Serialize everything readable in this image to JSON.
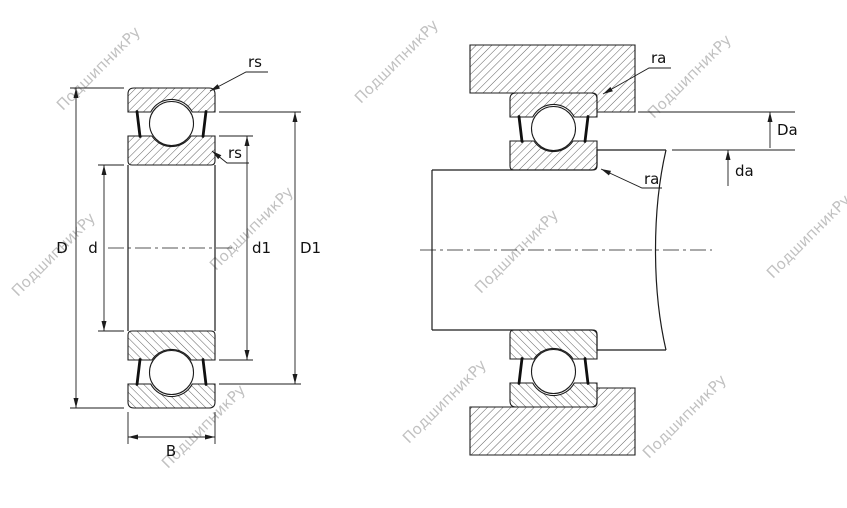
{
  "drawing": {
    "type": "bearing-cross-section-technical-drawing",
    "views": [
      "sectioned bearing with dimensions",
      "bearing mounted on shaft in housing"
    ]
  },
  "left_view": {
    "labels": {
      "outer_diameter": "D",
      "bore": "d",
      "inner_ring_shoulder": "d1",
      "outer_ring_land": "D1",
      "width": "B",
      "chamfer_outer": "rs",
      "chamfer_inner": "rs"
    }
  },
  "right_view": {
    "labels": {
      "fillet_housing": "ra",
      "fillet_shaft": "ra",
      "housing_abutment_diameter": "Da",
      "shaft_abutment_diameter": "da"
    }
  },
  "watermark": {
    "text": "ПодшипникРу"
  },
  "colors": {
    "line": "#1c1c1c",
    "hatch": "#3a3a3a",
    "watermark": "#8f8f8f",
    "background": "#ffffff"
  }
}
